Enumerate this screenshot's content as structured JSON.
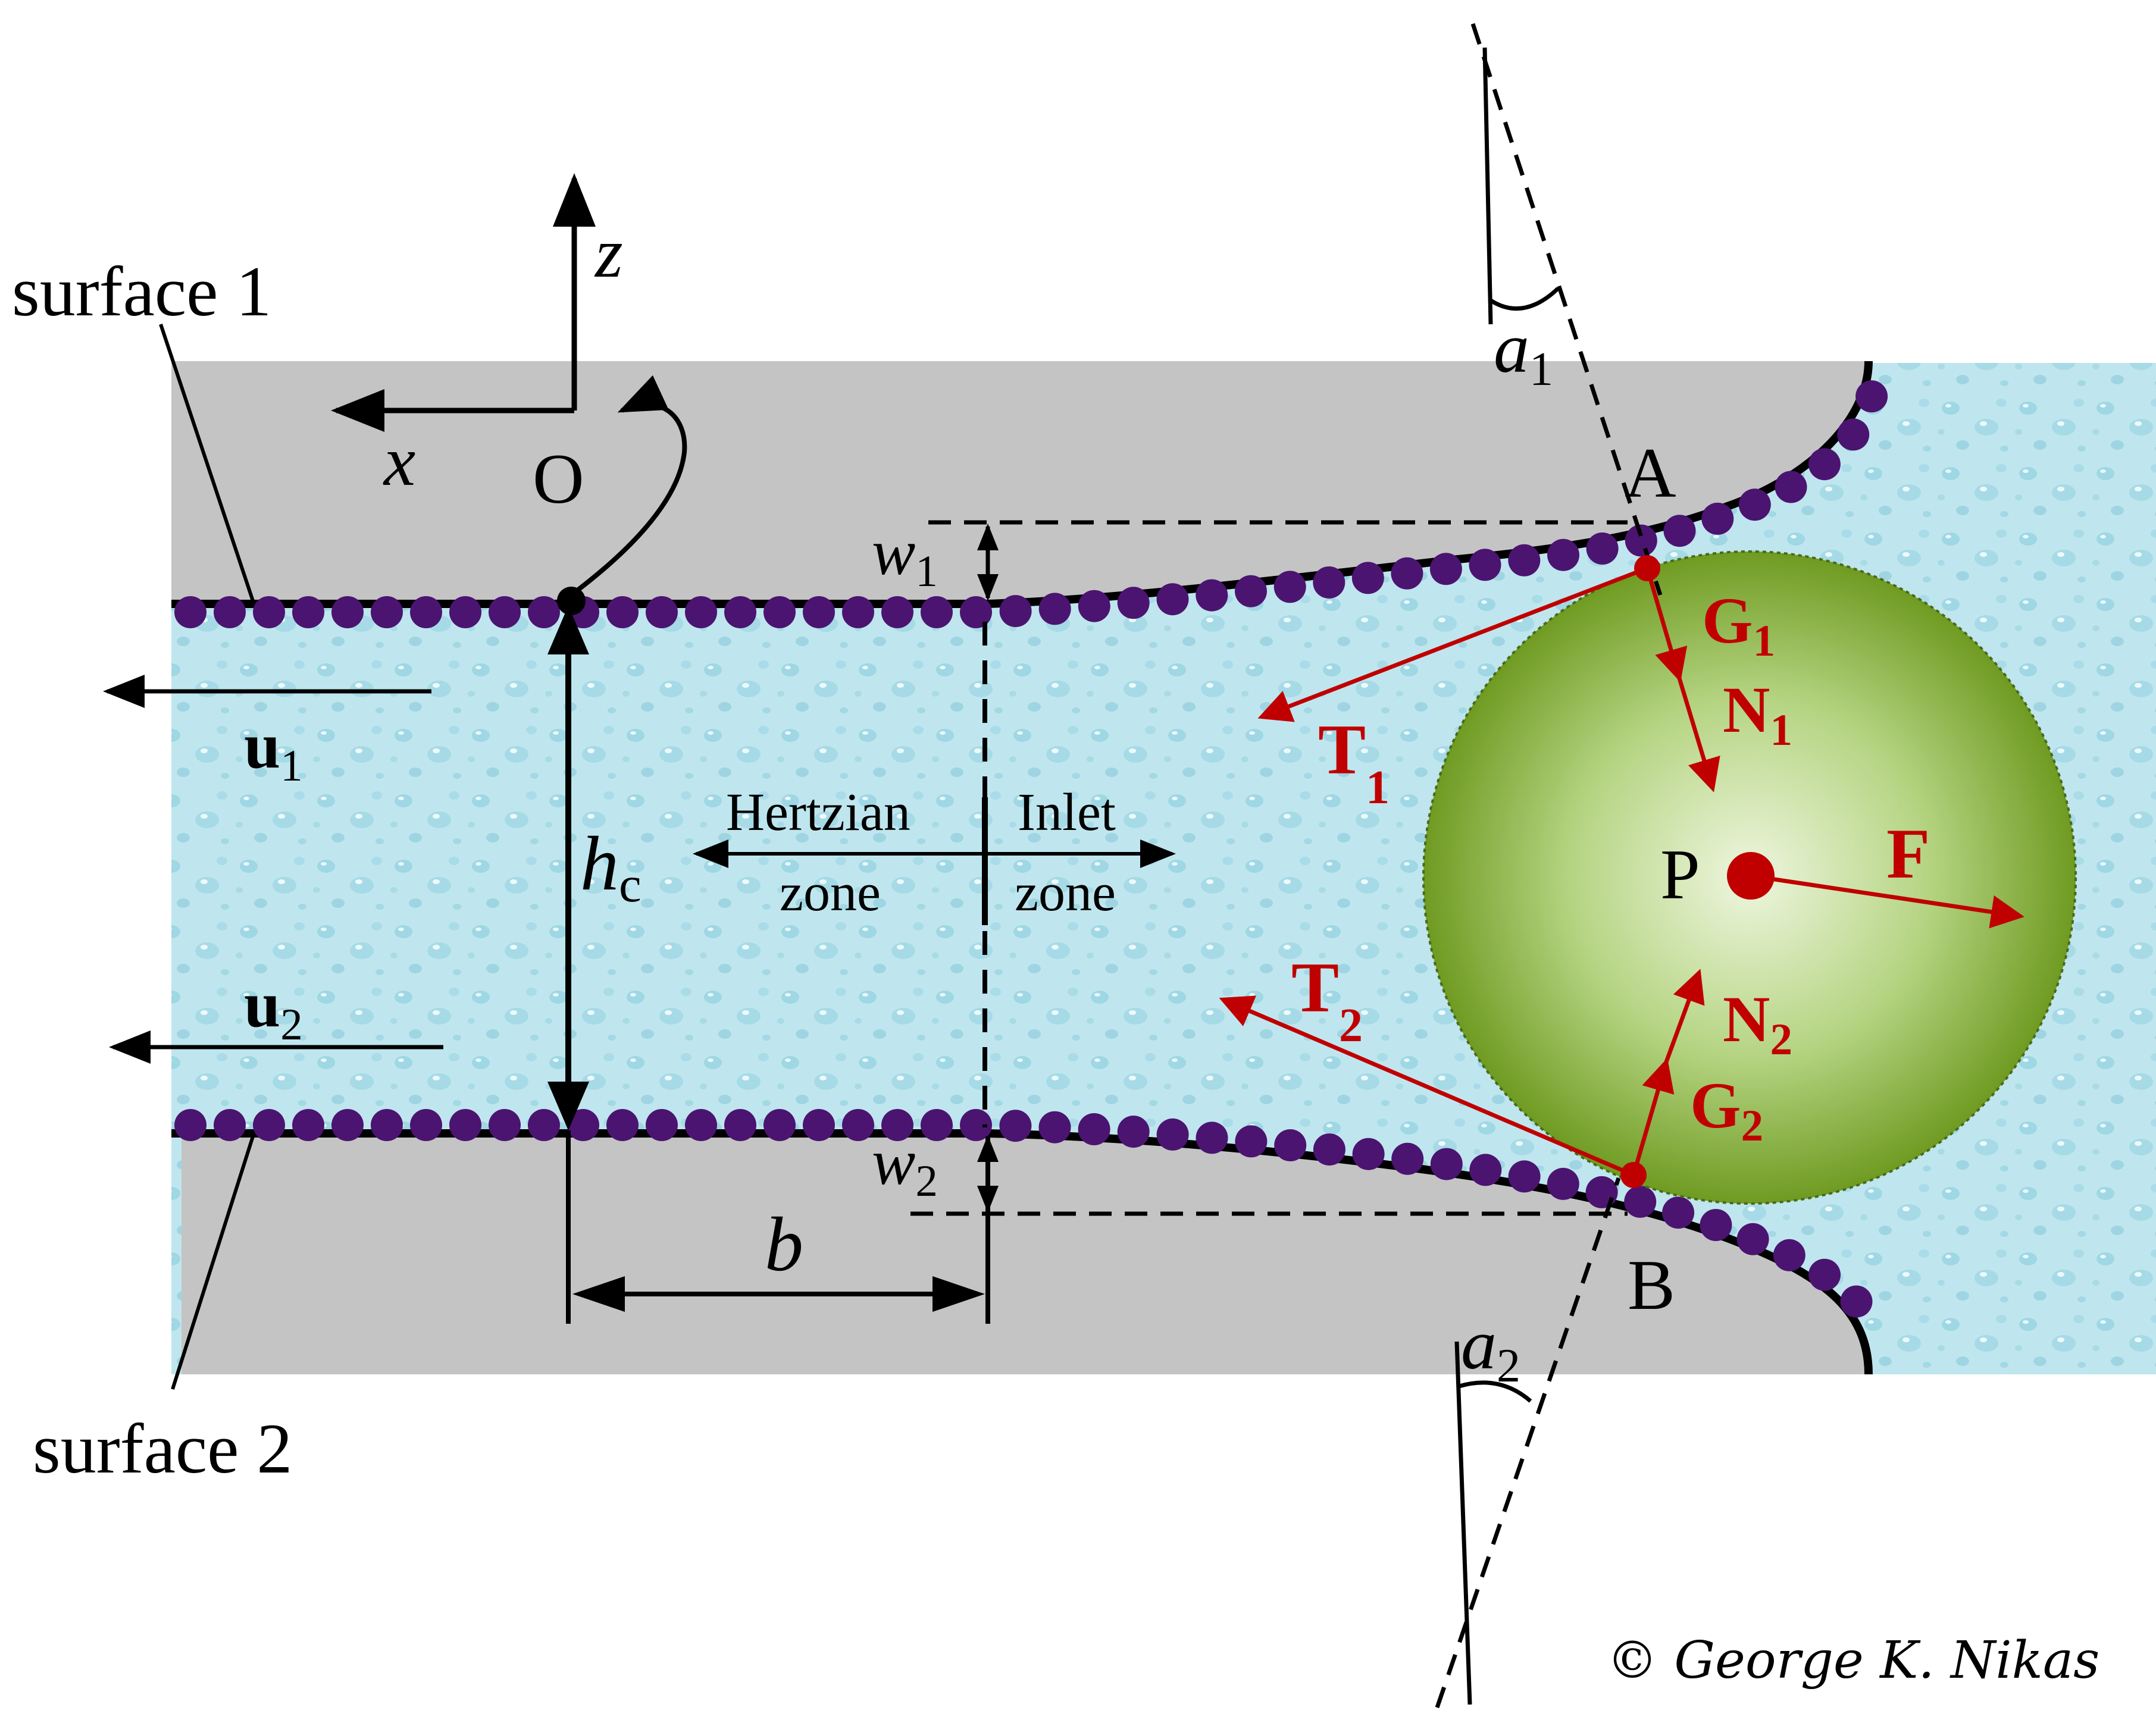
{
  "labels": {
    "surface1": "surface 1",
    "surface2": "surface 2",
    "axis_z": "z",
    "axis_x": "x",
    "origin": "O",
    "u1_main": "u",
    "u1_sub": "1",
    "u2_main": "u",
    "u2_sub": "2",
    "hc_main": "h",
    "hc_sub": "c",
    "w1_main": "w",
    "w1_sub": "1",
    "w2_main": "w",
    "w2_sub": "2",
    "b": "b",
    "hertzian_line1": "Hertzian",
    "hertzian_line2": "zone",
    "inlet_line1": "Inlet",
    "inlet_line2": "zone",
    "point_A": "A",
    "point_B": "B",
    "point_P": "P",
    "a1_main": "a",
    "a1_sub": "1",
    "a2_main": "a",
    "a2_sub": "2",
    "G1_main": "G",
    "G1_sub": "1",
    "N1_main": "N",
    "N1_sub": "1",
    "T1_main": "T",
    "T1_sub": "1",
    "T2_main": "T",
    "T2_sub": "2",
    "N2_main": "N",
    "N2_sub": "2",
    "G2_main": "G",
    "G2_sub": "2",
    "F": "F",
    "copyright": "© George K. Nikas"
  },
  "colors": {
    "solid": "#c4c4c4",
    "fluid": "#bfe6ee",
    "fluid_drop": "#8fcddd",
    "molecules": "#4b1470",
    "particle_center": "#e6f2cf",
    "particle_edge": "#7aa82c",
    "force": "#c00000",
    "line": "#000000"
  }
}
